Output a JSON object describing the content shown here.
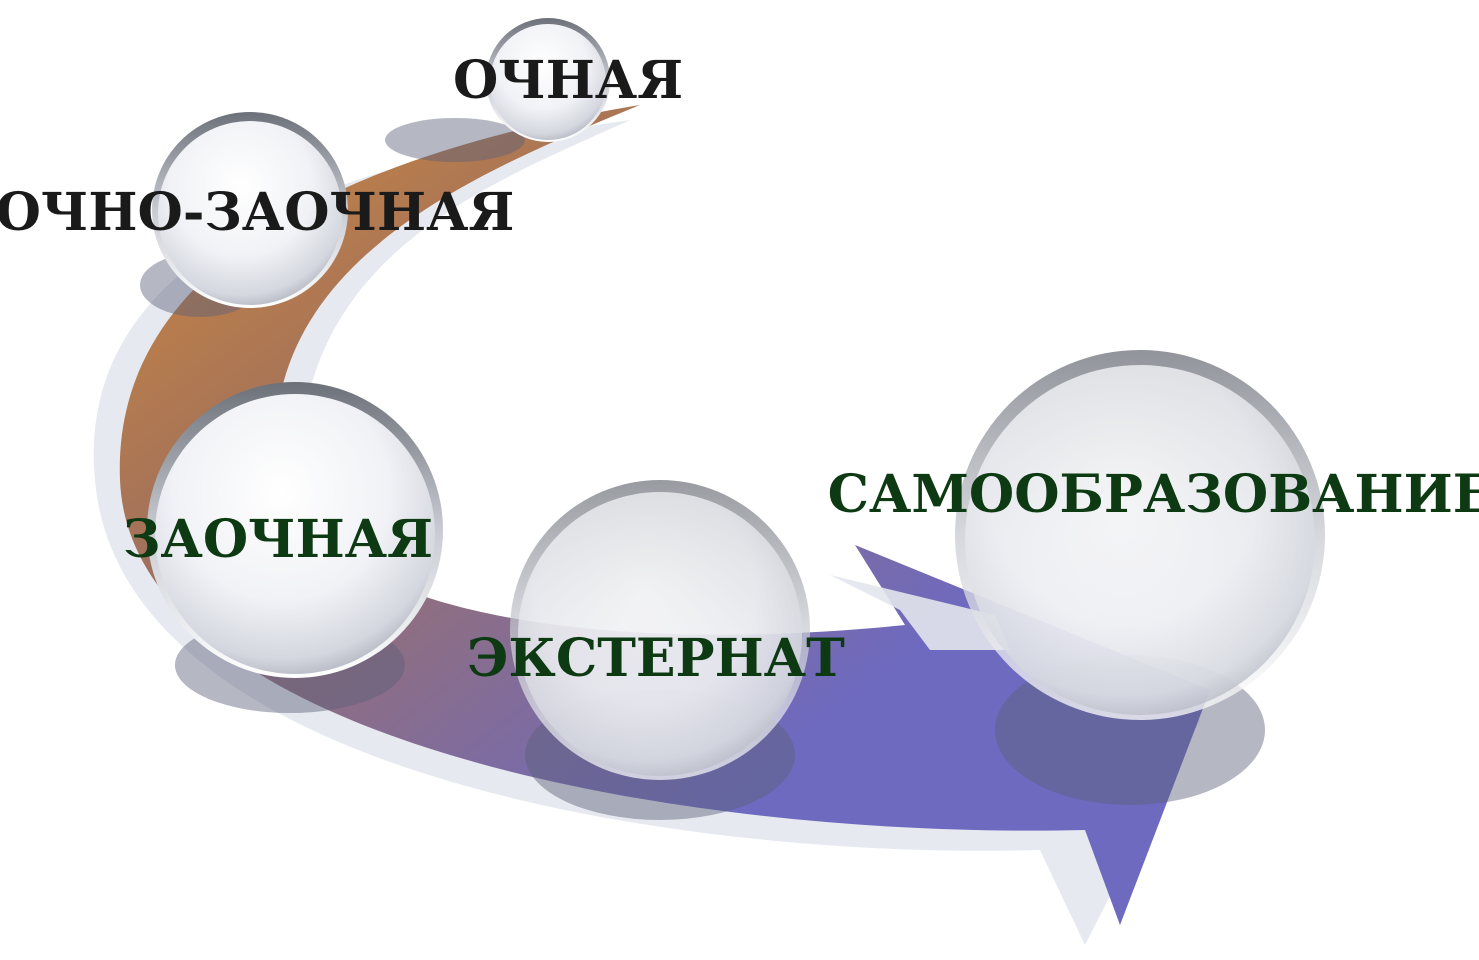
{
  "diagram": {
    "stages": [
      {
        "label": "ОЧНАЯ",
        "color": "#1a1a1a"
      },
      {
        "label": "ОЧНО-ЗАОЧНАЯ",
        "color": "#1a1a1a"
      },
      {
        "label": "ЗАОЧНАЯ",
        "color": "#0d3a12"
      },
      {
        "label": "ЭКСТЕРНАТ",
        "color": "#0d3a12"
      },
      {
        "label": "САМООБРАЗОВАНИЕ",
        "color": "#0d3a12"
      }
    ],
    "colors": {
      "arrow_start": "#d08a3a",
      "arrow_mid": "#a0705e",
      "arrow_end": "#6e6ac0",
      "halo": "#e6e9ef",
      "bubble_shadow": "#5c607a"
    }
  }
}
